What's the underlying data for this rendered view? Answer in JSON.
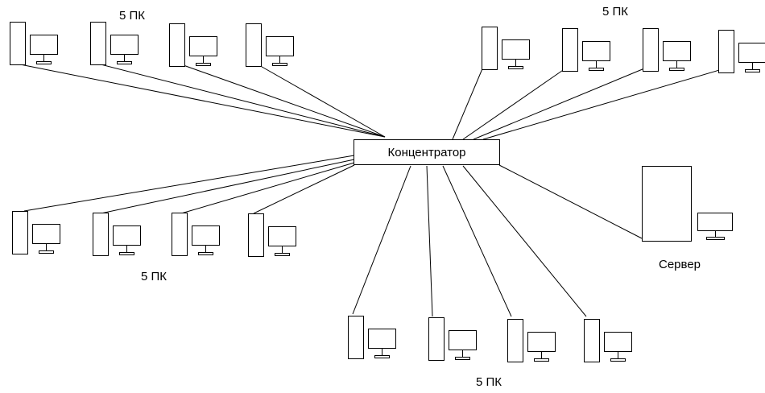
{
  "diagram": {
    "hub_label": "Концентратор",
    "server_label": "Сервер",
    "group_labels": {
      "top_left": "5 ПК",
      "top_right": "5 ПК",
      "bottom_left": "5 ПК",
      "bottom_center": "5 ПК"
    },
    "line_color": "#000000",
    "background": "#ffffff"
  }
}
